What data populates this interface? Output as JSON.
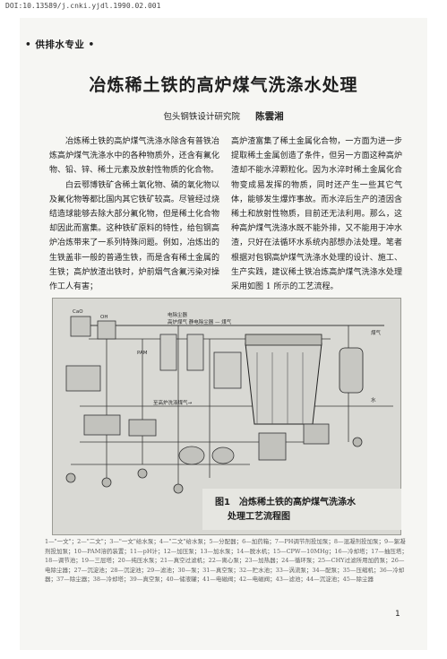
{
  "header": {
    "doi": "DOI:10.13589/j.cnki.yjdl.1990.02.001"
  },
  "section_tag": "• 供排水专业 •",
  "title": "冶炼稀土铁的高炉煤气洗涤水处理",
  "byline": {
    "institute": "包头钢铁设计研究院",
    "author": "陈雲湘"
  },
  "body": {
    "left_paragraphs": [
      "冶炼稀土铁的高炉煤气洗涤水除含有普铁冶炼高炉煤气洗涤水中的各种物质外，还含有氟化物、铅、锌、稀土元素及放射性物质的化合物。",
      "白云鄂博铁矿含稀土氧化物、磷的氧化物以及氟化物等都比国内其它铁矿较高。尽管经过烧结造球能够去除大部分氟化物，但是稀土化合物却因此而富集。这种铁矿原料的特性，给包钢高炉冶炼带来了一系列特殊问题。例如，冶炼出的生铁盖非一般的普通生铁，而是含有稀土金属的生铁；高炉放渣出铁时，炉前烟气含氟污染对操作工人有害；"
    ],
    "right_paragraphs": [
      "高炉渣富集了稀土金属化合物，一方面为进一步提取稀土金属创造了条件，但另一方面这种高炉渣却不能水淬颗粒化。因为水淬时稀土金属化合物变成易发挥的物质，同时还产生一些其它气体，能够发生爆炸事故。而水淬后生产的渣因含稀土和放射性物质，目前还无法利用。那么，这种高炉煤气洗涤水既不能外排，又不能用于冲水渣，只好在法循环水系统内部想办法处理。笔者根据对包钢高炉煤气洗涤水处理的设计、施工、生产实践，建议稀土铁冶炼高炉煤气洗涤水处理采用如图 1 所示的工艺流程。"
    ]
  },
  "figure": {
    "number": "图1",
    "caption_line1": "冶炼稀土铁的高炉煤气洗涤水",
    "caption_line2": "处理工艺流程图",
    "labels": {
      "cao": "CaO",
      "oh": "OH",
      "pam": "PAM",
      "coal_gas": "至高炉洗涤煤气→",
      "top_label": "电除尘器",
      "sub_label": "高炉煤气 静电除尘器 — 煤气",
      "water": "水",
      "gas_out": "煤气"
    }
  },
  "legend": {
    "text": "1—\"一文\"；2—\"二文\"；3—\"一文\"给水泵；4—\"二文\"给水泵；5—分配器；6—加药箱；7—PH调节剂投加泵；8—混凝剂投加泵；9—絮凝剂投加泵；10—PAM溶药装置；11—pH计；12—加压泵；13—加水泵；14—脱水机；15—CPW—10MHg；16—冷却塔；17—抽压塔；18—调节池；19—三层塔；20—纯压水泵；21—真空过滤机；22—离心泵；23—加热器；24—循环泵；25—CHY过滤所用加药泵；26—电除尘器；27—沉淀池；28—沉淀池；29—滤池；30—泵；31—真空泵；32—贮水池；33—涡流泵；34—配泵；35—压缩机；36—冷却器；37—除尘器；38—冷却塔；39—真空泵；40—储液罐；41—电磁阀；42—电磁阀；43—滤池；44—沉淀池；45—除尘器"
  },
  "page_number": "1"
}
